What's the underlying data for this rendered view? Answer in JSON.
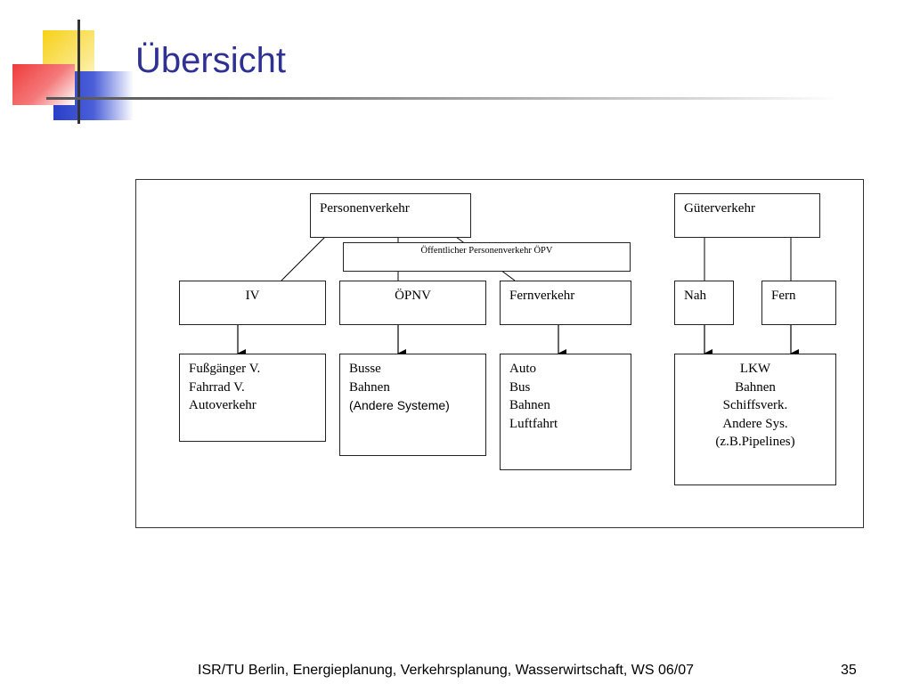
{
  "slide": {
    "title": "Übersicht",
    "footer": "ISR/TU Berlin, Energieplanung, Verkehrsplanung, Wasserwirtschaft, WS 06/07",
    "page_number": "35"
  },
  "diagram": {
    "personenverkehr": "Personenverkehr",
    "gueterverkehr": "Güterverkehr",
    "oepv": "Öffentlicher Personenverkehr ÖPV",
    "iv": "IV",
    "oepnv": "ÖPNV",
    "fernverkehr": "Fernverkehr",
    "nah": "Nah",
    "fern": "Fern",
    "iv_modes": [
      "Fußgänger V.",
      "Fahrrad V.",
      "Autoverkehr"
    ],
    "oepnv_modes": [
      "Busse",
      "Bahnen",
      "(Andere Systeme)"
    ],
    "fern_modes": [
      "Auto",
      "Bus",
      "Bahnen",
      "Luftfahrt"
    ],
    "gueter_modes": [
      "LKW",
      "Bahnen",
      "Schiffsverk.",
      "Andere Sys.",
      "(z.B.Pipelines)"
    ]
  }
}
